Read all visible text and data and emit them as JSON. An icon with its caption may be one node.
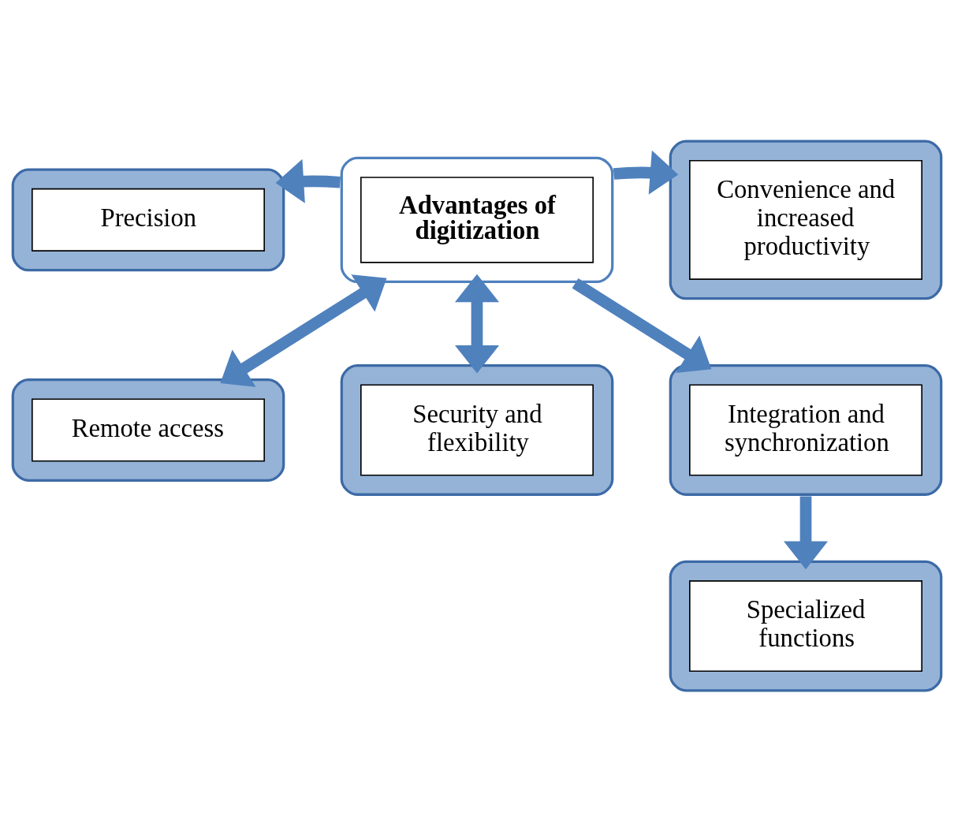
{
  "diagram": {
    "nodes": [
      {
        "text": [
          "Advantages of digitization"
        ]
      },
      {
        "text": [
          "Precision"
        ]
      },
      {
        "text": [
          "Convenience and increased productivity"
        ]
      },
      {
        "text": [
          "Remote access"
        ]
      },
      {
        "text": [
          "Security and flexibility"
        ]
      },
      {
        "text": [
          "Integration and synchronization"
        ]
      },
      {
        "text": [
          "Specialized functions"
        ]
      }
    ],
    "edges": [
      {
        "from": 0,
        "to": 1,
        "arrow": "to"
      },
      {
        "from": 0,
        "to": 2,
        "arrow": "to"
      },
      {
        "from": 0,
        "to": 3,
        "arrow": "both"
      },
      {
        "from": 0,
        "to": 4,
        "arrow": "both"
      },
      {
        "from": 0,
        "to": 5,
        "arrow": "to"
      },
      {
        "from": 5,
        "to": 6,
        "arrow": "to"
      }
    ]
  }
}
